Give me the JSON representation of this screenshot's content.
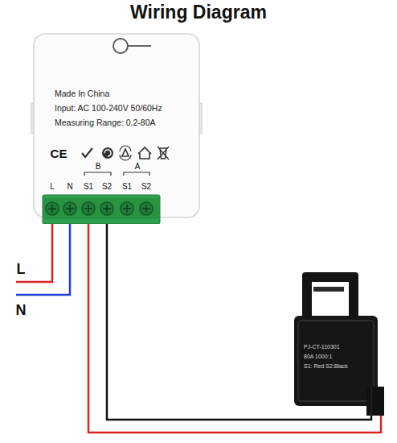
{
  "diagram": {
    "title": "Wiring Diagram",
    "nodes": [
      {
        "text": [
          "Made In China",
          "Input: AC 100-240V 50/60Hz",
          "Measuring Range: 0.2-80A"
        ]
      },
      {
        "text": [
          "PJ-CT-110301",
          "80A 1000:1",
          "S1: Red S2:Black"
        ]
      }
    ],
    "edges": [
      {
        "from": 0,
        "to": 1,
        "arrow": "none"
      },
      {
        "from": 0,
        "to": 1,
        "arrow": "none"
      }
    ],
    "labels": [
      "B",
      "A",
      "L",
      "N",
      "S1",
      "S2",
      "S1",
      "S2",
      "CE",
      "L",
      "N"
    ]
  }
}
